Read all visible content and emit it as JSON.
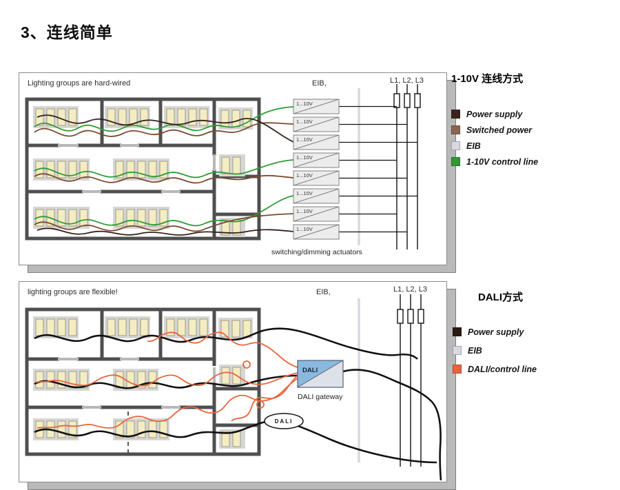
{
  "page": {
    "title": "3、连线简单"
  },
  "panel1": {
    "caption": "Lighting groups are hard-wired",
    "eib_label": "EIB,",
    "power_lines_label": "L1, L2, L3",
    "actuator_label": "1...10V",
    "actuators_caption": "switching/dimming actuators",
    "legend": {
      "title": "1-10V 连线方式",
      "items": [
        {
          "label": "Power supply",
          "color": "#3b241c"
        },
        {
          "label": "Switched power",
          "color": "#8a6651"
        },
        {
          "label": "EIB",
          "color": "#d9d9e2"
        },
        {
          "label": "1-10V control line",
          "color": "#2f9a35"
        }
      ]
    }
  },
  "panel2": {
    "caption": "lighting groups are flexible!",
    "eib_label": "EIB,",
    "power_lines_label": "L1, L2, L3",
    "dali_box_label": "DALI",
    "dali_gateway_caption": "DALI gateway",
    "dali_logo": "DALI",
    "legend": {
      "title": "DALI方式",
      "items": [
        {
          "label": "Power supply",
          "color": "#2b1a12"
        },
        {
          "label": "EIB",
          "color": "#d9d9e2"
        },
        {
          "label": "DALI/control line",
          "color": "#e8643c"
        }
      ]
    }
  }
}
